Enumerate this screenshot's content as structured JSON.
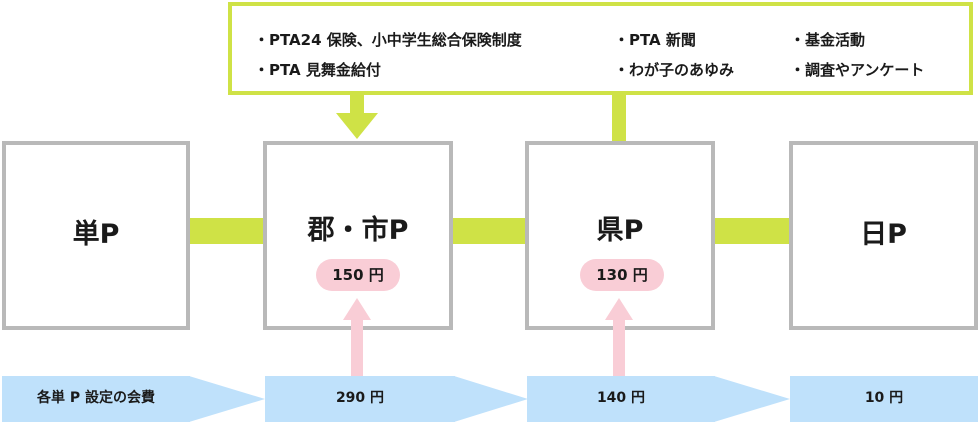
{
  "info_box": {
    "items": [
      "・PTA24 保険、小中学生総合保険制度",
      "・PTA 新聞",
      "・基金活動",
      "・PTA 見舞金給付",
      "・わが子のあゆみ",
      "・調査やアンケート"
    ]
  },
  "org_levels": [
    {
      "label": "単P"
    },
    {
      "label": "郡・市P",
      "fee": "150 円"
    },
    {
      "label": "県P",
      "fee": "130 円"
    },
    {
      "label": "日P"
    }
  ],
  "membership_fees": {
    "label": "各単 P 設定の会費",
    "values": [
      "290 円",
      "140 円",
      "10 円"
    ]
  },
  "colors": {
    "accent_green": "#cfe246",
    "box_border_gray": "#b9b9b9",
    "pink": "#f9cdd6",
    "light_blue": "#bfe1fb"
  }
}
